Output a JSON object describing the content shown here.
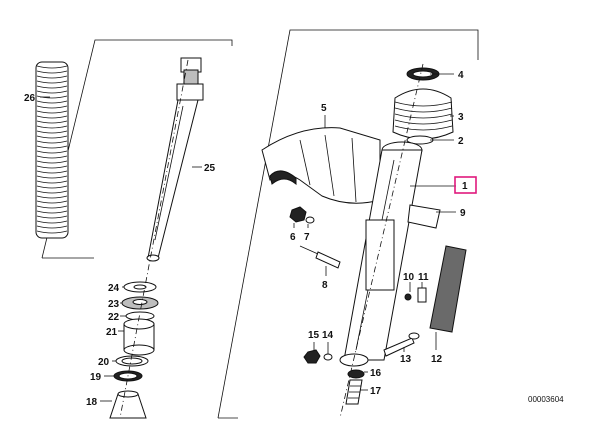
{
  "callouts": [
    {
      "id": "c1",
      "label": "1"
    },
    {
      "id": "c2",
      "label": "2"
    },
    {
      "id": "c3",
      "label": "3"
    },
    {
      "id": "c4",
      "label": "4"
    },
    {
      "id": "c5",
      "label": "5"
    },
    {
      "id": "c6",
      "label": "6"
    },
    {
      "id": "c7",
      "label": "7"
    },
    {
      "id": "c8",
      "label": "8"
    },
    {
      "id": "c9",
      "label": "9"
    },
    {
      "id": "c10",
      "label": "10"
    },
    {
      "id": "c11",
      "label": "11"
    },
    {
      "id": "c12",
      "label": "12"
    },
    {
      "id": "c13",
      "label": "13"
    },
    {
      "id": "c14",
      "label": "14"
    },
    {
      "id": "c15",
      "label": "15"
    },
    {
      "id": "c16",
      "label": "16"
    },
    {
      "id": "c17",
      "label": "17"
    },
    {
      "id": "c18",
      "label": "18"
    },
    {
      "id": "c19",
      "label": "19"
    },
    {
      "id": "c20",
      "label": "20"
    },
    {
      "id": "c21",
      "label": "21"
    },
    {
      "id": "c22",
      "label": "22"
    },
    {
      "id": "c23",
      "label": "23"
    },
    {
      "id": "c24",
      "label": "24"
    },
    {
      "id": "c25",
      "label": "25"
    },
    {
      "id": "c26",
      "label": "26"
    }
  ],
  "highlight": {
    "label": "1",
    "color": "#e0197d"
  },
  "drawing_code": "00003604"
}
